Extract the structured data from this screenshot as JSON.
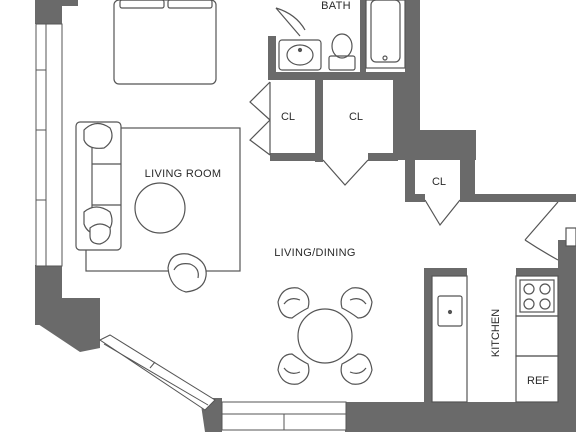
{
  "floorplan": {
    "colors": {
      "wall": "#6a6a6a",
      "line": "#555555",
      "fill": "#ffffff",
      "text": "#2a2a2a"
    },
    "rooms": {
      "bath": "BATH",
      "living_room": "LIVING ROOM",
      "living_dining": "LIVING/DINING",
      "closet_1": "CL",
      "closet_2": "CL",
      "closet_3": "CL",
      "kitchen": "KITCHEN",
      "refrigerator": "REF"
    },
    "fixtures": [
      "bed-icon",
      "sofa-icon",
      "armchair-icon",
      "coffee-table-icon",
      "dining-table-icon",
      "dining-chair-icon",
      "sink-icon",
      "toilet-icon",
      "bathtub-icon",
      "stove-icon",
      "kitchen-sink-icon",
      "window-icon",
      "door-icon"
    ]
  }
}
